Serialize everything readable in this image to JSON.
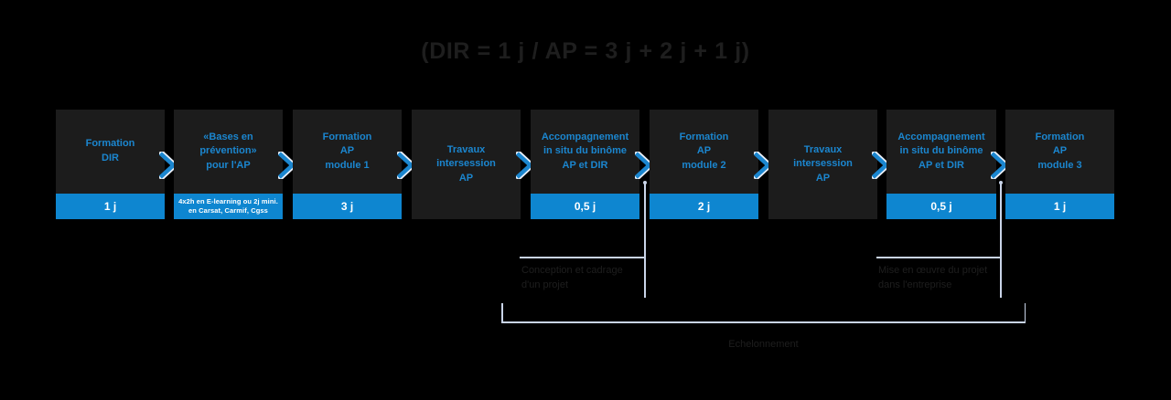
{
  "title": "(DIR = 1 j / AP = 3 j + 2 j + 1 j)",
  "colors": {
    "background": "#000000",
    "box_fill": "#1c1c1c",
    "accent_blue": "#0e86d0",
    "label_blue": "#1b86cf",
    "line": "#c9d4e8",
    "dark_text": "#1e1e1e"
  },
  "steps": [
    {
      "id": "formation-dir",
      "label": "Formation\nDIR",
      "duration": "1 j",
      "has_duration_bar": true,
      "duration_small": false
    },
    {
      "id": "bases-en-prevention",
      "label": "«Bases en prévention»\npour l'AP",
      "duration": "4x2h en E-learning ou 2j mini.\nen Carsat, Carmif, Cgss",
      "has_duration_bar": true,
      "duration_small": true
    },
    {
      "id": "formation-ap-module-1",
      "label": "Formation\nAP\nmodule 1",
      "duration": "3 j",
      "has_duration_bar": true,
      "duration_small": false
    },
    {
      "id": "travaux-intersession-ap-1",
      "label": "Travaux\nintersession\nAP",
      "duration": "",
      "has_duration_bar": false,
      "duration_small": false
    },
    {
      "id": "accompagnement-in-situ-1",
      "label": "Accompagnement\nin situ du binôme\nAP et DIR",
      "duration": "0,5 j",
      "has_duration_bar": true,
      "duration_small": false
    },
    {
      "id": "formation-ap-module-2",
      "label": "Formation\nAP\nmodule 2",
      "duration": "2 j",
      "has_duration_bar": true,
      "duration_small": false
    },
    {
      "id": "travaux-intersession-ap-2",
      "label": "Travaux\nintersession\nAP",
      "duration": "",
      "has_duration_bar": false,
      "duration_small": false
    },
    {
      "id": "accompagnement-in-situ-2",
      "label": "Accompagnement\nin situ du binôme\nAP et DIR",
      "duration": "0,5 j",
      "has_duration_bar": true,
      "duration_small": false
    },
    {
      "id": "formation-ap-module-3",
      "label": "Formation\nAP\nmodule 3",
      "duration": "1 j",
      "has_duration_bar": true,
      "duration_small": false
    }
  ],
  "annotations": [
    {
      "id": "conception-cadrage",
      "text": "Conception et cadrage\nd'un projet"
    },
    {
      "id": "mise-en-oeuvre",
      "text": "Mise en œuvre du projet\ndans l'entreprise"
    }
  ],
  "bracket": {
    "label": "Echelonnement"
  },
  "icons": {
    "separator": "chevron-right-icon"
  }
}
